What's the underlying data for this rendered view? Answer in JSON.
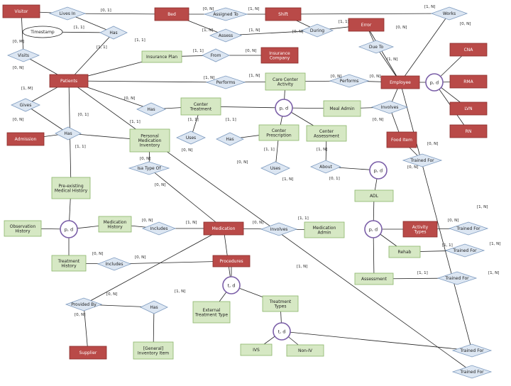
{
  "colors": {
    "entity_fill": "#b94a48",
    "entity_stroke": "#8a2e2c",
    "relationship_fill": "#dce6f2",
    "relationship_stroke": "#7f9cc0",
    "specialization_fill": "#ffffff",
    "specialization_stroke": "#7b5fa8",
    "attribute_fill": "#d6e8c4",
    "attribute_stroke": "#8bb56a",
    "entity_text": "#ffffff",
    "text": "#222222",
    "line": "#222222"
  },
  "entities": [
    {
      "id": "visitor",
      "label": "Visitor"
    },
    {
      "id": "bed",
      "label": "Bed"
    },
    {
      "id": "shift",
      "label": "Shift"
    },
    {
      "id": "error",
      "label": "Error"
    },
    {
      "id": "cna",
      "label": "CNA"
    },
    {
      "id": "insurance_company",
      "label": "Insurance Company"
    },
    {
      "id": "patients",
      "label": "Patients"
    },
    {
      "id": "employee",
      "label": "Employee"
    },
    {
      "id": "rma",
      "label": "RMA"
    },
    {
      "id": "lvn",
      "label": "LVN"
    },
    {
      "id": "rn",
      "label": "RN"
    },
    {
      "id": "food_item",
      "label": "Food Item"
    },
    {
      "id": "admission",
      "label": "Admission"
    },
    {
      "id": "medication",
      "label": "Medication"
    },
    {
      "id": "activity_types",
      "label": "Activity Types"
    },
    {
      "id": "procedures",
      "label": "Procedures"
    },
    {
      "id": "supplier",
      "label": "Supplier"
    }
  ],
  "weak_entities": [
    {
      "id": "meal_admin",
      "label": "Meal Admin"
    },
    {
      "id": "insurance_plan",
      "label": "Insurance Plan"
    },
    {
      "id": "care_center_activity",
      "label": "Care Center Activity"
    },
    {
      "id": "center_treatment",
      "label": "Center Treatment"
    },
    {
      "id": "center_prescription",
      "label": "Center Prescription"
    },
    {
      "id": "center_assessment",
      "label": "Center Assessment"
    },
    {
      "id": "personal_medication_inventory",
      "label": "Personal Medication Inventory"
    },
    {
      "id": "pre_existing_medical_history",
      "label": "Pre-existing Medical History"
    },
    {
      "id": "observation_history",
      "label": "Observation History"
    },
    {
      "id": "medication_history",
      "label": "Medication History"
    },
    {
      "id": "treatment_history",
      "label": "Treatment History"
    },
    {
      "id": "medication_admin",
      "label": "Medication Admin"
    },
    {
      "id": "adl",
      "label": "ADL"
    },
    {
      "id": "rehab",
      "label": "Rehab"
    },
    {
      "id": "assessment",
      "label": "Assessment"
    },
    {
      "id": "external_treatment_type",
      "label": "External Treatment Type"
    },
    {
      "id": "treatment_types",
      "label": "Treatment Types"
    },
    {
      "id": "ivs",
      "label": "IVS"
    },
    {
      "id": "non_iv",
      "label": "Non-IV"
    },
    {
      "id": "general_inventory_item",
      "label": "[General] Inventory Item"
    }
  ],
  "relationships": [
    {
      "id": "lives_in",
      "label": "Lives In"
    },
    {
      "id": "assigned_to",
      "label": "Assigned To"
    },
    {
      "id": "works",
      "label": "Works"
    },
    {
      "id": "has_timestamp",
      "label": "Has"
    },
    {
      "id": "assess",
      "label": "Assess"
    },
    {
      "id": "during",
      "label": "During"
    },
    {
      "id": "visits",
      "label": "Visits"
    },
    {
      "id": "from",
      "label": "From"
    },
    {
      "id": "duetto",
      "label": "Due To"
    },
    {
      "id": "performs_patient",
      "label": "Performs"
    },
    {
      "id": "performs_employee",
      "label": "Performs"
    },
    {
      "id": "gives",
      "label": "Gives"
    },
    {
      "id": "involves_top",
      "label": "Involves"
    },
    {
      "id": "has_center",
      "label": "Has"
    },
    {
      "id": "has_admission",
      "label": "Has"
    },
    {
      "id": "uses_left",
      "label": "Uses"
    },
    {
      "id": "has_mid",
      "label": "Has"
    },
    {
      "id": "trained_for_1",
      "label": "Trained For"
    },
    {
      "id": "uses_mid",
      "label": "Uses"
    },
    {
      "id": "about",
      "label": "About"
    },
    {
      "id": "isa_type_of",
      "label": "Isa Type Of"
    },
    {
      "id": "includes_1",
      "label": "Includes"
    },
    {
      "id": "involves_med",
      "label": "Involves"
    },
    {
      "id": "trained_for_2",
      "label": "Trained For"
    },
    {
      "id": "trained_for_3",
      "label": "Trained For"
    },
    {
      "id": "includes_2",
      "label": "Includes"
    },
    {
      "id": "trained_for_4",
      "label": "Trained For"
    },
    {
      "id": "provided_by",
      "label": "Provided By"
    },
    {
      "id": "has_inventory",
      "label": "Has"
    },
    {
      "id": "trained_for_5",
      "label": "Trained For"
    },
    {
      "id": "trained_for_6",
      "label": "Trained For"
    }
  ],
  "attributes": [
    {
      "id": "timestamp",
      "label": "Timestamp"
    }
  ],
  "specializations": [
    {
      "id": "pd_employee",
      "label": "p, d"
    },
    {
      "id": "pd_center",
      "label": "p, d"
    },
    {
      "id": "pd_about",
      "label": "p, d"
    },
    {
      "id": "pd_history",
      "label": "p, d"
    },
    {
      "id": "pd_activity",
      "label": "p, d"
    },
    {
      "id": "td_medication",
      "label": "t, d"
    },
    {
      "id": "td_treatment",
      "label": "t, d"
    }
  ],
  "cardinalities": [
    {
      "id": "c1",
      "label": "[0, 1]"
    },
    {
      "id": "c2",
      "label": "[0, N]"
    },
    {
      "id": "c3",
      "label": "[1, N]"
    },
    {
      "id": "c4",
      "label": "[1, N]"
    },
    {
      "id": "c5",
      "label": "[1, 1]"
    },
    {
      "id": "c6",
      "label": "[1, N]"
    },
    {
      "id": "c7",
      "label": "[1, N]"
    },
    {
      "id": "c8",
      "label": "[0, N]"
    },
    {
      "id": "c9",
      "label": "[1, 1]"
    },
    {
      "id": "c10",
      "label": "[0, N]"
    },
    {
      "id": "c11",
      "label": "[0, M]"
    },
    {
      "id": "c12",
      "label": "[1, 1]"
    },
    {
      "id": "c13",
      "label": "[1, 1]"
    },
    {
      "id": "c14",
      "label": "[1, 1]"
    },
    {
      "id": "c15",
      "label": "[0, N]"
    },
    {
      "id": "c16",
      "label": "[0, N]"
    },
    {
      "id": "c17",
      "label": "[1, N]"
    },
    {
      "id": "c18",
      "label": "[0, N]"
    },
    {
      "id": "c19",
      "label": "[1, N]"
    },
    {
      "id": "c20",
      "label": "[1, N]"
    },
    {
      "id": "c21",
      "label": "[0, N]"
    },
    {
      "id": "c22",
      "label": "[1, M]"
    },
    {
      "id": "c23",
      "label": "[0, N]"
    },
    {
      "id": "c24",
      "label": "[0, 1]"
    },
    {
      "id": "c25",
      "label": "[0, N]"
    },
    {
      "id": "c26",
      "label": "[1, 1]"
    },
    {
      "id": "c27",
      "label": "[1, 1]"
    },
    {
      "id": "c28",
      "label": "[1, 1]"
    },
    {
      "id": "c29",
      "label": "[0, N]"
    },
    {
      "id": "c30",
      "label": "[0, N]"
    },
    {
      "id": "c31",
      "label": "[1, 1]"
    },
    {
      "id": "c32",
      "label": "[1, 1]"
    },
    {
      "id": "c33",
      "label": "[1, N]"
    },
    {
      "id": "c34",
      "label": "[0, N]"
    },
    {
      "id": "c35",
      "label": "[0, N]"
    },
    {
      "id": "c36",
      "label": "[0, N]"
    },
    {
      "id": "c37",
      "label": "[0, N]"
    },
    {
      "id": "c38",
      "label": "[0, N]"
    },
    {
      "id": "c39",
      "label": "[0, 1]"
    },
    {
      "id": "c40",
      "label": "[0, N]"
    },
    {
      "id": "c41",
      "label": "[1, N]"
    },
    {
      "id": "c42",
      "label": "[1, N]"
    },
    {
      "id": "c43",
      "label": "[0, N]"
    },
    {
      "id": "c44",
      "label": "[1, 1]"
    },
    {
      "id": "c45",
      "label": "[1, N]"
    },
    {
      "id": "c46",
      "label": "[0, N]"
    },
    {
      "id": "c47",
      "label": "[0, N]"
    },
    {
      "id": "c48",
      "label": "[1, N]"
    },
    {
      "id": "c49",
      "label": "[0, N]"
    },
    {
      "id": "c50",
      "label": "[1, 1]"
    },
    {
      "id": "c51",
      "label": "[0, N]"
    },
    {
      "id": "c52",
      "label": "[1, N]"
    },
    {
      "id": "c53",
      "label": "[1, 1]"
    },
    {
      "id": "c54",
      "label": "[1, N]"
    },
    {
      "id": "c55",
      "label": "[0, N]"
    },
    {
      "id": "c56",
      "label": "[1, N]"
    },
    {
      "id": "c57",
      "label": "[0, N]"
    }
  ]
}
